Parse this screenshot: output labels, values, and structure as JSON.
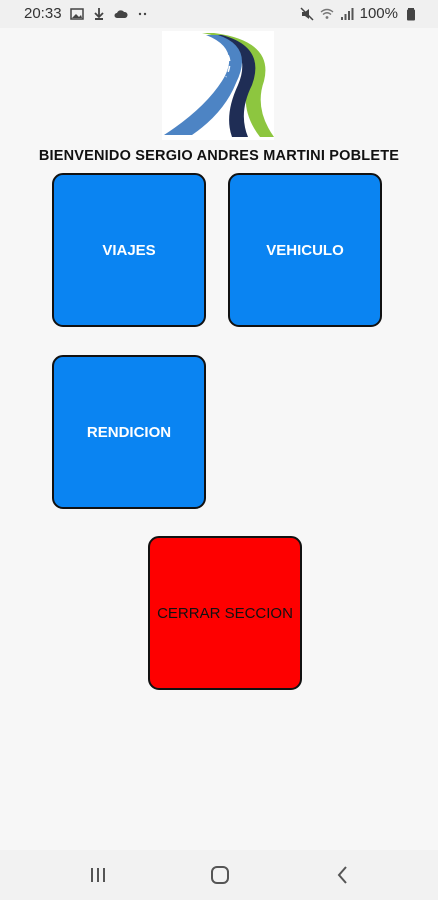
{
  "status_bar": {
    "time": "20:33",
    "battery": "100%"
  },
  "welcome_text": "BIENVENIDO SERGIO ANDRES MARTINI POBLETE",
  "tiles": {
    "viajes": "VIAJES",
    "vehiculo": "VEHICULO",
    "rendicion": "RENDICION",
    "cerrar": "CERRAR SECCION"
  },
  "colors": {
    "primary_tile": "#0a84f2",
    "logout_tile": "#fe0000"
  },
  "icons": {
    "status_left": [
      "gallery-icon",
      "download-icon",
      "cloud-icon",
      "more-dots-icon"
    ],
    "status_right": [
      "mute-icon",
      "wifi-icon",
      "signal-icon",
      "battery-icon"
    ],
    "nav": [
      "recents-icon",
      "home-icon",
      "back-icon"
    ]
  }
}
